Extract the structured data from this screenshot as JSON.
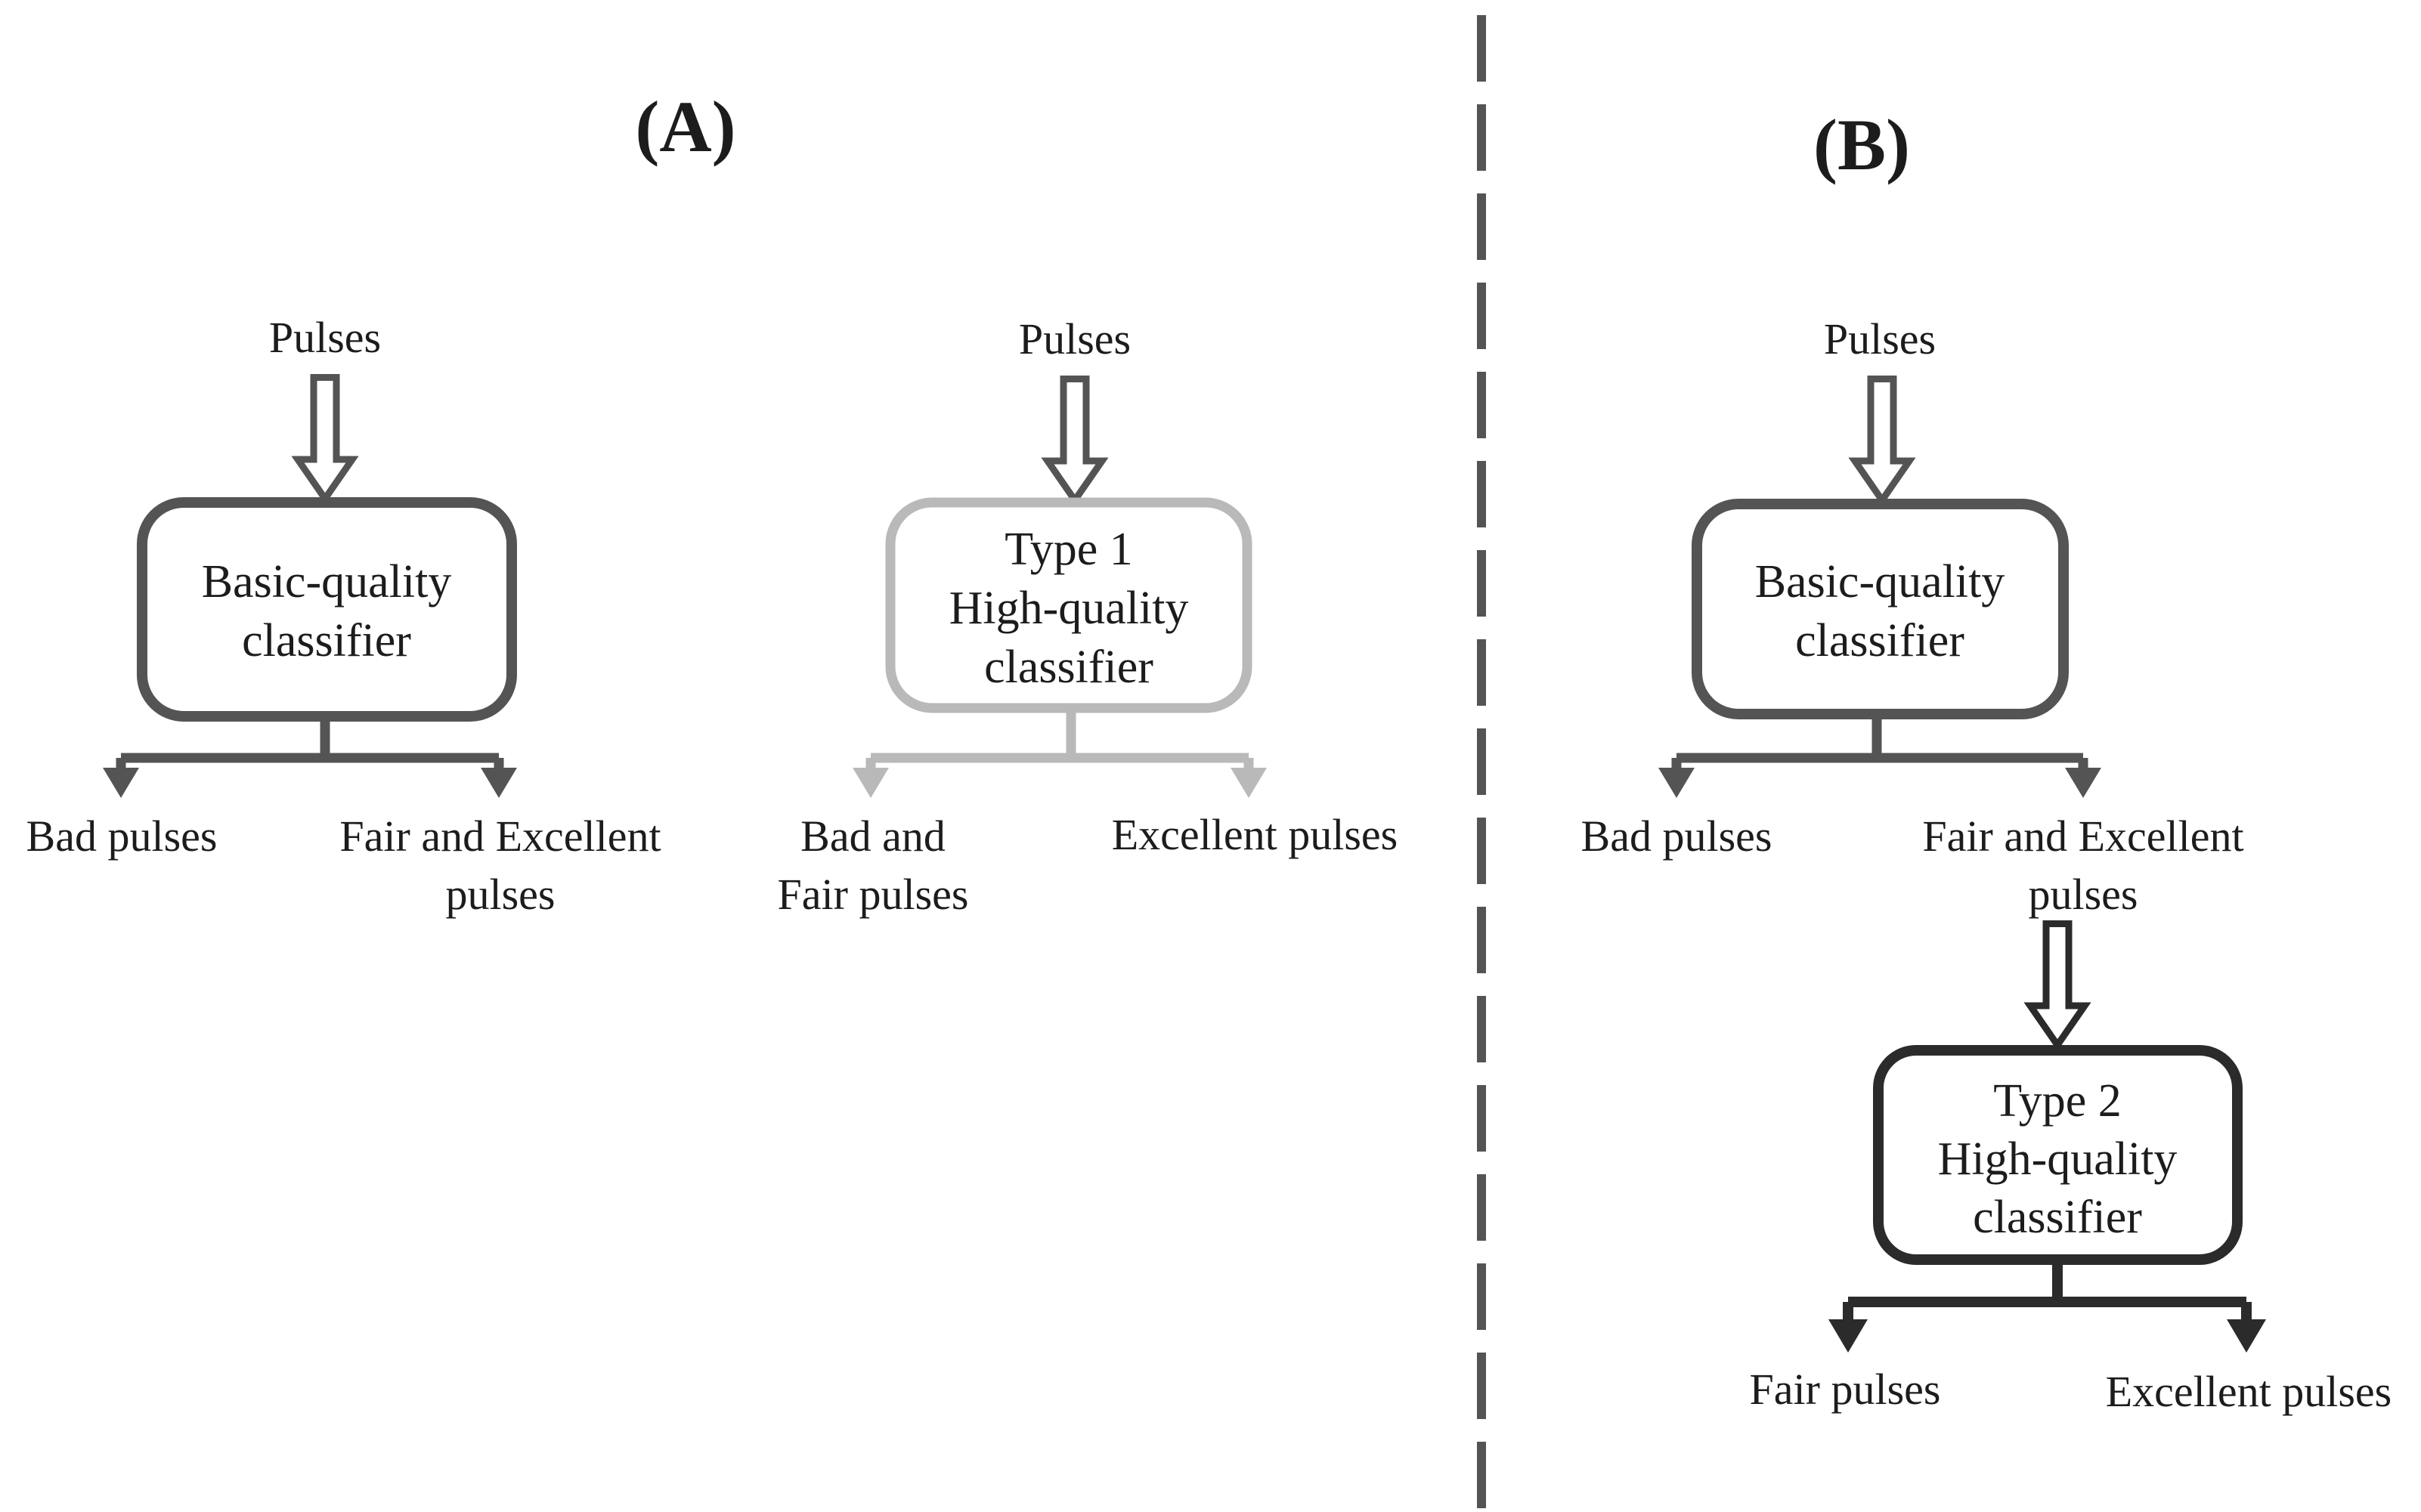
{
  "figure": {
    "panel_a_label": "(A)",
    "panel_b_label": "(B)"
  },
  "colors": {
    "dark_gray": "#545454",
    "light_gray": "#b9b9b9",
    "near_black": "#2b2b2b",
    "text": "#1c1c1c",
    "background": "#ffffff"
  },
  "flow_a1": {
    "input": "Pulses",
    "box_line1": "Basic-quality",
    "box_line2": "classifier",
    "output_left": "Bad pulses",
    "output_right_line1": "Fair and Excellent",
    "output_right_line2": "pulses"
  },
  "flow_a2": {
    "input": "Pulses",
    "box_line1": "Type 1",
    "box_line2": "High-quality",
    "box_line3": "classifier",
    "output_left_line1": "Bad and",
    "output_left_line2": "Fair pulses",
    "output_right": "Excellent pulses"
  },
  "flow_b1": {
    "input": "Pulses",
    "box_line1": "Basic-quality",
    "box_line2": "classifier",
    "output_left": "Bad pulses",
    "output_right_line1": "Fair and Excellent",
    "output_right_line2": "pulses"
  },
  "flow_b2": {
    "box_line1": "Type 2",
    "box_line2": "High-quality",
    "box_line3": "classifier",
    "output_left": "Fair pulses",
    "output_right": "Excellent pulses"
  }
}
